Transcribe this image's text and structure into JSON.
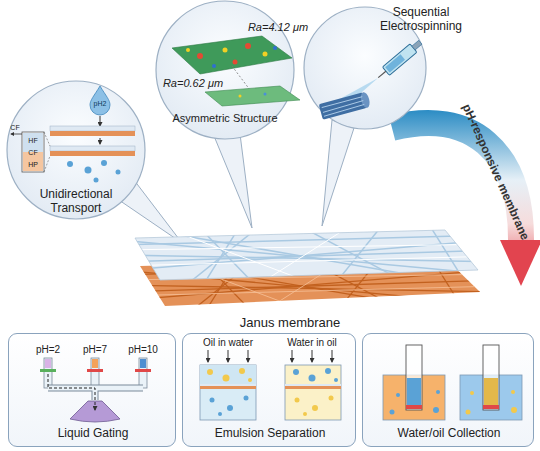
{
  "diagram": {
    "nodes": [
      {
        "text": [
          "Unidirectional Transport"
        ]
      },
      {
        "text": [
          "Asymmetric Structure"
        ]
      },
      {
        "text": [
          "Sequential Electrospinning"
        ]
      },
      {
        "text": [
          "Liquid Gating"
        ]
      },
      {
        "text": [
          "Emulsion Separation"
        ]
      },
      {
        "text": [
          "Water/oil Collection"
        ]
      }
    ],
    "labels": [
      "Ra=4.12 μm",
      "Ra=0.62 μm",
      "pH2",
      "CF",
      "HF",
      "CF",
      "HP",
      "Janus membrane",
      "pH-responsive membrane",
      "pH=2",
      "pH=7",
      "pH=10",
      "Oil in water",
      "Water in oil"
    ]
  }
}
